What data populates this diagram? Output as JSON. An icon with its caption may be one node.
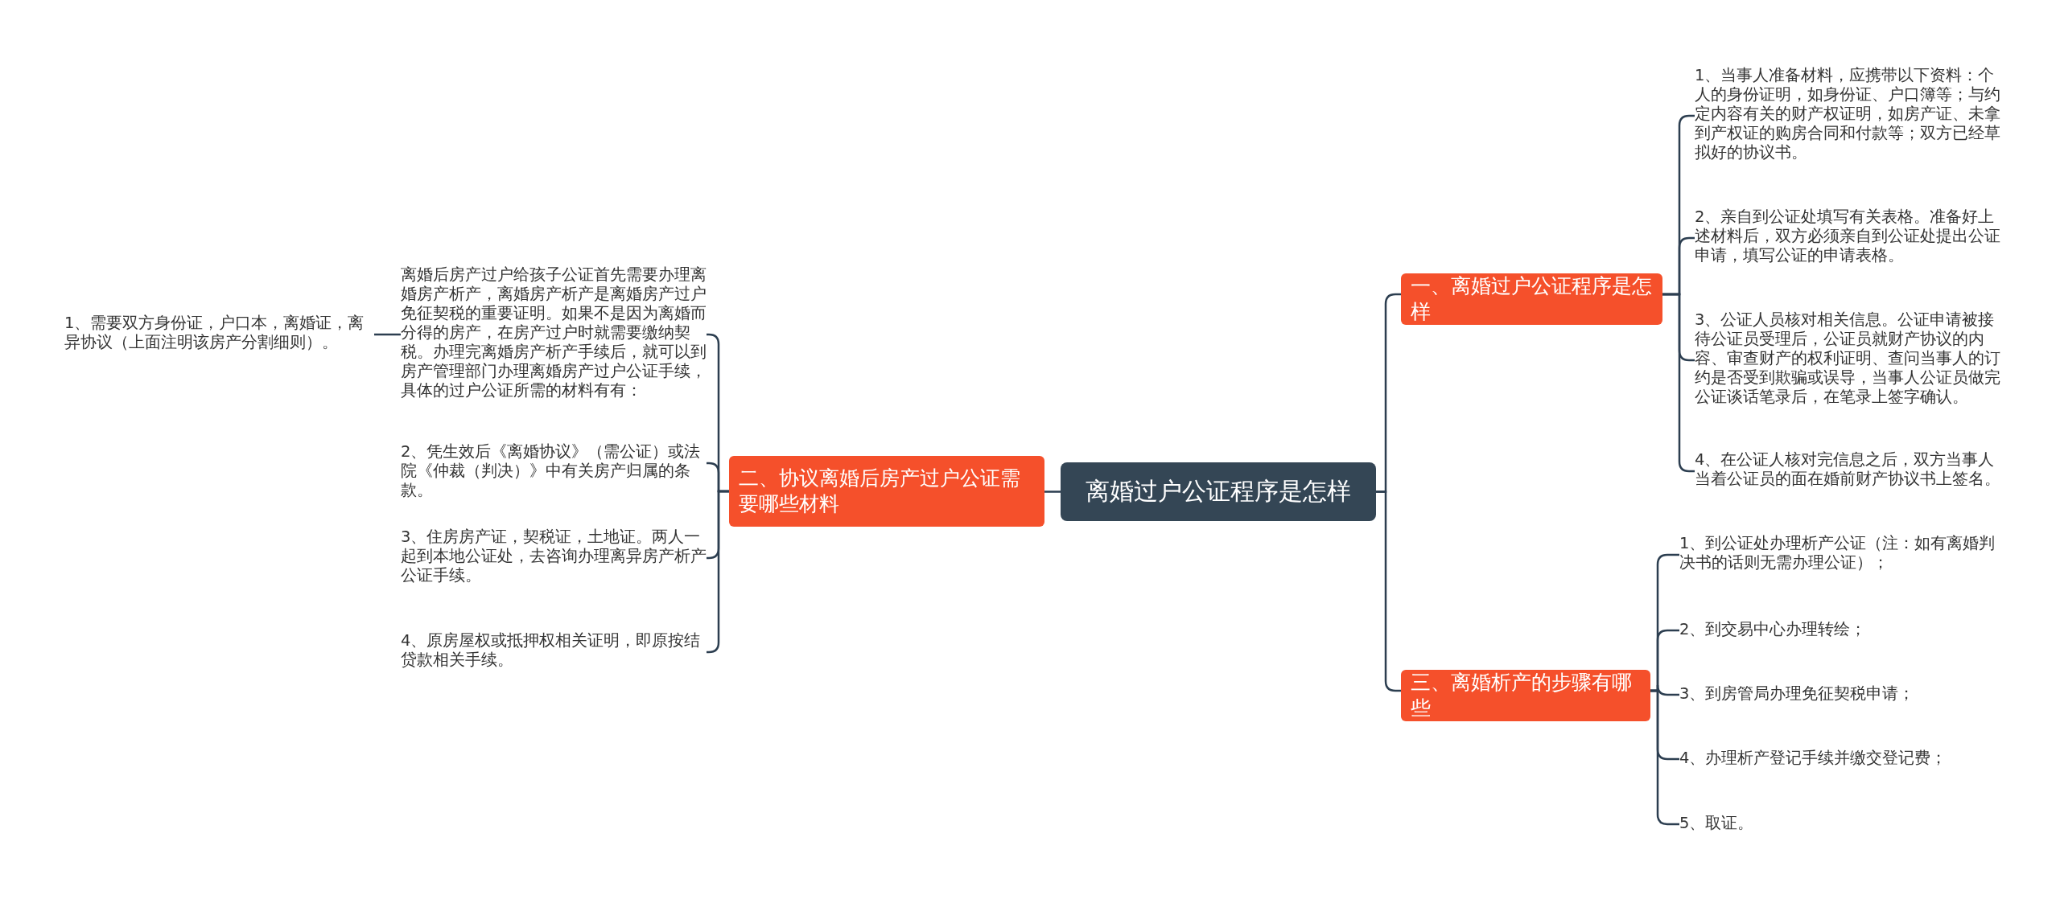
{
  "diagram": {
    "nodes": [
      {
        "text": [
          "离婚过户公证程序是怎样"
        ]
      },
      {
        "text": [
          "一、离婚过户公证程序是怎样"
        ]
      },
      {
        "text": [
          "1、当事人准备材料，应携带以下资料：个人的身份证明，如身份证、户口簿等；与约定内容有关的财产权证明，如房产证、未拿到产权证的购房合同和付款等；双方已经草拟好的协议书。"
        ]
      },
      {
        "text": [
          "2、亲自到公证处填写有关表格。准备好上述材料后，双方必须亲自到公证处提出公证申请，填写公证的申请表格。"
        ]
      },
      {
        "text": [
          "3、公证人员核对相关信息。公证申请被接待公证员受理后，公证员就财产协议的内容、审查财产的权利证明、查问当事人的订约是否受到欺骗或误导，当事人公证员做完公证谈话笔录后，在笔录上签字确认。"
        ]
      },
      {
        "text": [
          "4、在公证人核对完信息之后，双方当事人当着公证员的面在婚前财产协议书上签名。"
        ]
      },
      {
        "text": [
          "二、协议离婚后房产过户公证需要哪些材料"
        ]
      },
      {
        "text": [
          "离婚后房产过户给孩子公证首先需要办理离婚房产析产，离婚房产析产是离婚房产过户免征契税的重要证明。如果不是因为离婚而分得的房产，在房产过户时就需要缴纳契税。办理完离婚房产析产手续后，就可以到房产管理部门办理离婚房产过户公证手续，具体的过户公证所需的材料有有："
        ]
      },
      {
        "text": [
          "1、需要双方身份证，户口本，离婚证，离异协议（上面注明该房产分割细则）。"
        ]
      },
      {
        "text": [
          "2、凭生效后《离婚协议》（需公证）或法院《仲裁（判决）》中有关房产归属的条款。"
        ]
      },
      {
        "text": [
          "3、住房房产证，契税证，土地证。两人一起到本地公证处，去咨询办理离异房产析产公证手续。"
        ]
      },
      {
        "text": [
          "4、原房屋权或抵押权相关证明，即原按结贷款相关手续。"
        ]
      },
      {
        "text": [
          "三、离婚析产的步骤有哪些"
        ]
      },
      {
        "text": [
          "1、到公证处办理析产公证（注：如有离婚判决书的话则无需办理公证）；"
        ]
      },
      {
        "text": [
          "2、到交易中心办理转绘；"
        ]
      },
      {
        "text": [
          "3、到房管局办理免征契税申请；"
        ]
      },
      {
        "text": [
          "4、办理析产登记手续并缴交登记费；"
        ]
      },
      {
        "text": [
          "5、取证。"
        ]
      }
    ],
    "edges": [
      {
        "from": 0,
        "to": 1,
        "arrow": "none"
      },
      {
        "from": 1,
        "to": 2,
        "arrow": "none"
      },
      {
        "from": 1,
        "to": 3,
        "arrow": "none"
      },
      {
        "from": 1,
        "to": 4,
        "arrow": "none"
      },
      {
        "from": 1,
        "to": 5,
        "arrow": "none"
      },
      {
        "from": 0,
        "to": 6,
        "arrow": "none"
      },
      {
        "from": 6,
        "to": 7,
        "arrow": "none"
      },
      {
        "from": 7,
        "to": 8,
        "arrow": "none"
      },
      {
        "from": 6,
        "to": 9,
        "arrow": "none"
      },
      {
        "from": 6,
        "to": 10,
        "arrow": "none"
      },
      {
        "from": 6,
        "to": 11,
        "arrow": "none"
      },
      {
        "from": 0,
        "to": 12,
        "arrow": "none"
      },
      {
        "from": 12,
        "to": 13,
        "arrow": "none"
      },
      {
        "from": 12,
        "to": 14,
        "arrow": "none"
      },
      {
        "from": 12,
        "to": 15,
        "arrow": "none"
      },
      {
        "from": 12,
        "to": 16,
        "arrow": "none"
      },
      {
        "from": 12,
        "to": 17,
        "arrow": "none"
      }
    ]
  }
}
